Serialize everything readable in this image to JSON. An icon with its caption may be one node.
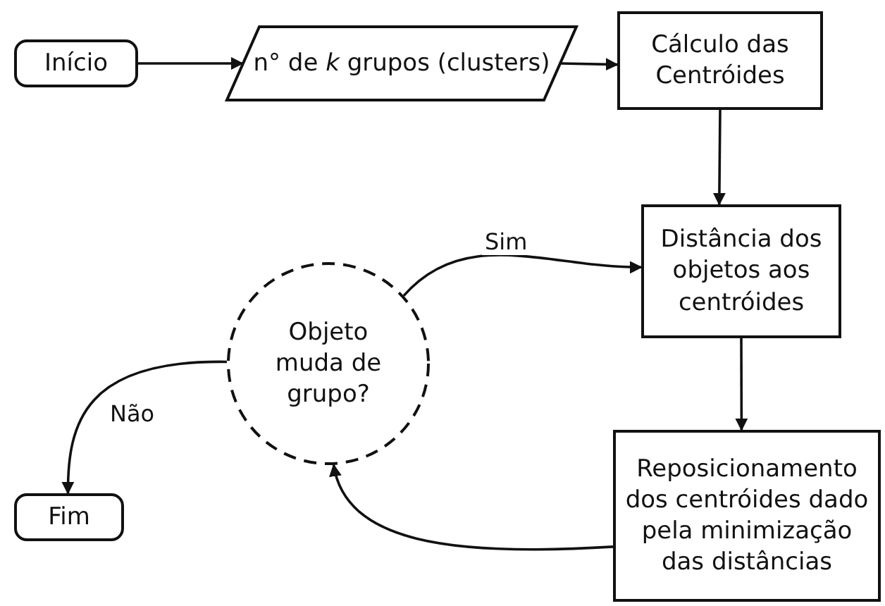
{
  "diagram": {
    "nodes": [
      {
        "text": [
          "Início"
        ]
      },
      {
        "text": [
          "n° de *k* grupos (clusters)"
        ]
      },
      {
        "text": [
          "Cálculo das Centróides"
        ]
      },
      {
        "text": [
          "Distância dos objetos aos centróides"
        ]
      },
      {
        "text": [
          "Objeto muda de grupo?"
        ]
      },
      {
        "text": [
          "Reposicionamento dos centróides dado pela minimização das distâncias"
        ]
      },
      {
        "text": [
          "Fim"
        ]
      }
    ],
    "edges": [
      {
        "from": 0,
        "to": 1,
        "arrow": "to"
      },
      {
        "from": 1,
        "to": 2,
        "arrow": "to"
      },
      {
        "from": 2,
        "to": 3,
        "arrow": "to"
      },
      {
        "from": 3,
        "to": 5,
        "arrow": "to"
      },
      {
        "from": 5,
        "to": 4,
        "arrow": "to"
      },
      {
        "from": 4,
        "to": 3,
        "arrow": "to",
        "label": "Sim"
      },
      {
        "from": 4,
        "to": 6,
        "arrow": "to",
        "label": "Não"
      }
    ]
  }
}
